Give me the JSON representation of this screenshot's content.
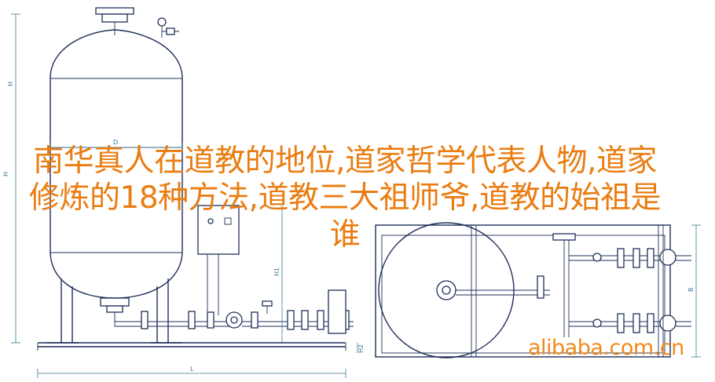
{
  "headline": "南华真人在道教的地位,道家哲学代表人物,道家修炼的18种方法,道教三大祖师爷,道教的始祖是谁",
  "watermark": "alibaba.com.cn",
  "dimensions": {
    "height": "H",
    "height_left": "H",
    "diameter": "D",
    "height_h1": "H1",
    "height_h2": "H2",
    "length": "L",
    "width": "B"
  },
  "colors": {
    "line": "#1f2f5a",
    "dimension": "#3a7a8f",
    "headline": "#ea7d12",
    "watermark": "#f08a1c"
  }
}
